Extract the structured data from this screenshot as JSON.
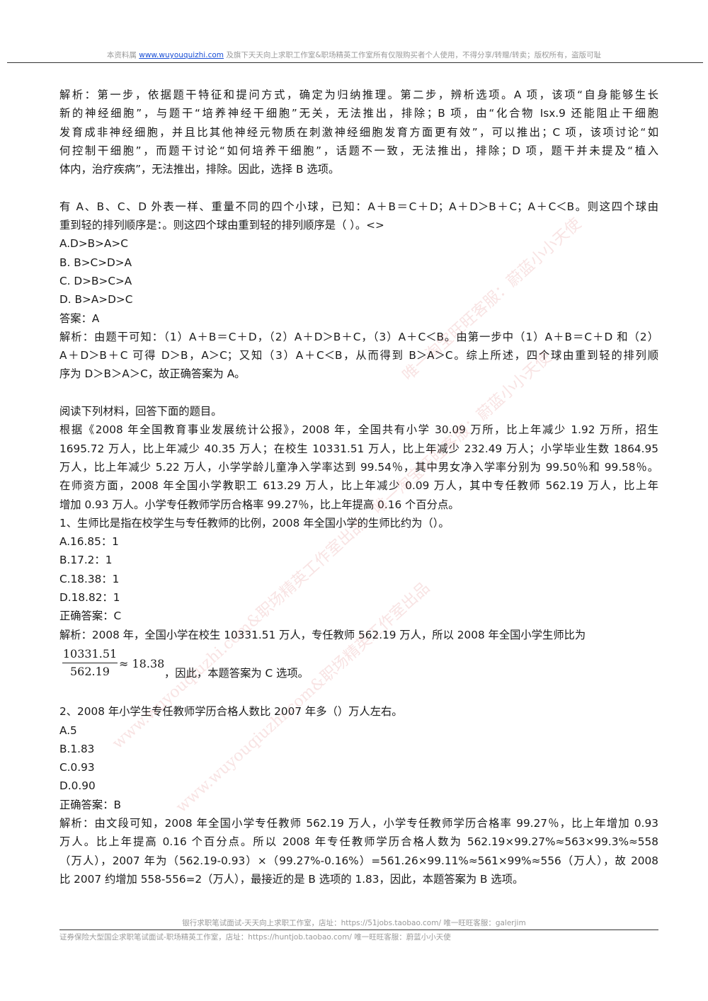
{
  "header": {
    "prefix": "本资料属 ",
    "site": "www.wuyouquizhi.com",
    "suffix": " 及旗下天天向上求职工作室&职场精英工作室所有仅限购买者个人使用，不得分享/转赠/转卖；版权所有，盗版可耻"
  },
  "body": {
    "q0_analysis": [
      "解析：第一步，依据题干特征和提问方式，确定为归纳推理。第二步，辨析选项。A 项，该项“自身能够生长",
      "新的神经细胞”，与题干“培养神经干细胞”无关，无法推出，排除；B 项，由“化合物 Isx.9 还能阻止干细胞",
      "发育成非神经细胞，并且比其他神经元物质在刺激神经细胞发育方面更有效”，可以推出；C 项，该项讨论“如",
      "何控制干细胞”，而题干讨论“如何培养干细胞”，话题不一致，无法推出，排除；D 项，题干并未提及“植入",
      "体内，治疗疾病”，无法推出，排除。因此，选择 B 选项。"
    ],
    "q1_stem": [
      "有 A、B、C、D 外表一样、重量不同的四个小球，已知：A＋B＝C＋D；A＋D＞B＋C；A＋C＜B。则这四个球由",
      "重到轻的排列顺序是：。则这四个球由重到轻的排列顺序是（    ）。<>"
    ],
    "q1_options": [
      "A.D>B>A>C",
      "B. B>C>D>A",
      "C. D>B>C>A",
      "D. B>A>D>C"
    ],
    "q1_answer": "答案：A",
    "q1_analysis": [
      "解析：由题干可知：（1）A＋B＝C＋D，（2）A＋D＞B＋C，（3）A＋C＜B。由第一步中（1）A＋B＝C＋D 和（2）",
      "A＋D＞B＋C 可得 D＞B，A＞C；又知（3）A＋C＜B，从而得到 B＞A＞C。综上所述，四个球由重到轻的排列顺",
      "序为 D＞B＞A＞C，故正确答案为 A。"
    ],
    "material_intro": "阅读下列材料，回答下面的题目。",
    "material": [
      "根据《2008 年全国教育事业发展统计公报》，2008 年，全国共有小学 30.09 万所，比上年减少 1.92 万所，招生",
      "1695.72 万人，比上年减少 40.35 万人；在校生 10331.51 万人，比上年减少 232.49 万人；小学毕业生数 1864.95",
      "万人，比上年减少 5.22 万人，小学学龄儿童净入学率达到 99.54％，其中男女净入学率分别为 99.50％和 99.58％。",
      "在师资方面，2008 年全国小学教职工 613.29 万人，比上年减少 0.09 万人，其中专任教师 562.19 万人，比上年",
      "增加 0.93 万人。小学专任教师学历合格率 99.27％，比上年提高 0.16 个百分点。"
    ],
    "q2_stem": "1、生师比是指在校学生与专任教师的比例，2008 年全国小学的生师比约为（）。",
    "q2_options": [
      "A.16.85：1",
      "B.17.2：1",
      "C.18.38：1",
      "D.18.82：1"
    ],
    "q2_answer": "正确答案：C",
    "q2_analysis": "解析：2008 年，全国小学在校生 10331.51 万人，专任教师 562.19 万人，所以 2008 年全国小学生师比为",
    "formula": {
      "numerator": "10331.51",
      "denominator": "562.19",
      "approx": "≈ 18.38",
      "tail": "，因此，本题答案为 C 选项。"
    },
    "q3_stem": "2、2008 年小学生专任教师学历合格人数比 2007 年多（）万人左右。",
    "q3_options": [
      "A.5",
      "B.1.83",
      "C.0.93",
      "D.0.90"
    ],
    "q3_answer": "正确答案：B",
    "q3_analysis": [
      "解析：由文段可知，2008 年全国小学专任教师 562.19 万人，小学专任教师学历合格率 99.27％，比上年增加 0.93",
      "万人。比上年提高 0.16 个百分点。所以 2008 年专任教师学历合格人数为 562.19×99.27%≈563×99.3%≈558",
      "（万人），2007 年为（562.19-0.93）×（99.27%-0.16%）=561.26×99.11%≈561×99%≈556（万人），故 2008",
      "比 2007 约增加 558-556=2（万人），最接近的是 B 选项的 1.83，因此，本题答案为 B 选项。"
    ]
  },
  "footer": {
    "line1": "银行求职笔试面试-天天向上求职工作室，店址：https://51jobs.taobao.com/  唯一旺旺客服：galerjim",
    "line2": "证券保险大型国企求职笔试面试-职场精英工作室，店址：https://huntjob.taobao.com/  唯一旺旺客服：蔚蓝小小天使"
  },
  "watermarks": [
    "唯一淘宝旺旺客服：蔚蓝小小天使",
    "www.wuyouqiuzhi.com&职场精英工作室出品，唯一淘宝旺旺客服：蔚蓝小小天使",
    "www.wuyouqiuzhi.com&职场精英工作室出品"
  ]
}
